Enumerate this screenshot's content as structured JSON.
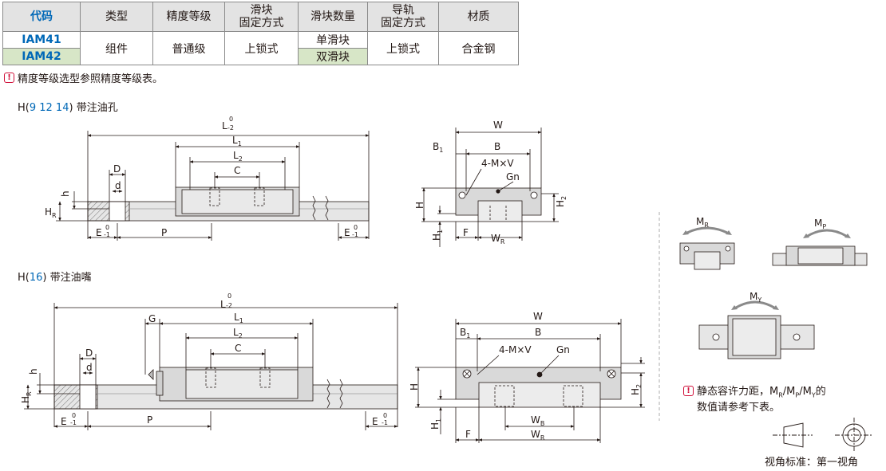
{
  "table": {
    "headers": [
      {
        "l1": "代码",
        "l2": ""
      },
      {
        "l1": "类型",
        "l2": ""
      },
      {
        "l1": "精度等级",
        "l2": ""
      },
      {
        "l1": "滑块",
        "l2": "固定方式"
      },
      {
        "l1": "滑块数量",
        "l2": ""
      },
      {
        "l1": "导轨",
        "l2": "固定方式"
      },
      {
        "l1": "材质",
        "l2": ""
      }
    ],
    "models": [
      "IAM41",
      "IAM42"
    ],
    "type": "组件",
    "precision": "普通级",
    "slider_fix": "上锁式",
    "slider_counts": [
      "单滑块",
      "双滑块"
    ],
    "rail_fix": "上锁式",
    "material": "合金钢"
  },
  "precision_note": "精度等级选型参照精度等级表。",
  "section1": {
    "prefix": "H(",
    "sizes": "9 12 14",
    "suffix": ") 带注油孔"
  },
  "section2": {
    "prefix": "H(",
    "sizes": "16",
    "suffix": ") 带注油嘴"
  },
  "dims": {
    "L": "L",
    "L_tol_top": "0",
    "L_tol_bot": "-2",
    "L1": "L",
    "L1_sub": "1",
    "L2": "L",
    "L2_sub": "2",
    "C": "C",
    "D": "D",
    "d": "d",
    "h": "h",
    "P": "P",
    "G": "G",
    "HR": "H",
    "HR_sub": "R",
    "E": "E",
    "E_tol_top": "0",
    "E_tol_bot": "-1",
    "W": "W",
    "B": "B",
    "B1": "B",
    "B1_sub": "1",
    "MxV": "4-M×V",
    "Gn": "Gn",
    "H": "H",
    "H1": "H",
    "H1_sub": "1",
    "H2": "H",
    "H2_sub": "2",
    "F": "F",
    "WR": "W",
    "WR_sub": "R",
    "WB": "W",
    "WB_sub": "B"
  },
  "moments": {
    "MR": "M",
    "MR_sub": "R",
    "MP": "M",
    "MP_sub": "P",
    "MY": "M",
    "MY_sub": "Y"
  },
  "moment_note_line1": {
    "a": "静态容许力距，M",
    "r": "R",
    "b": "/M",
    "p": "P",
    "c": "/M",
    "y": "Y",
    "d": "的"
  },
  "moment_note_line2": "数值请参考下表。",
  "projection_label": "视角标准：第一视角",
  "colors": {
    "accent_blue": "#0068b7",
    "alert_red": "#d0103a",
    "header_gray": "#e3e3e3",
    "highlight_green": "#d7e6c7",
    "part_gray": "#d9d9d9"
  }
}
